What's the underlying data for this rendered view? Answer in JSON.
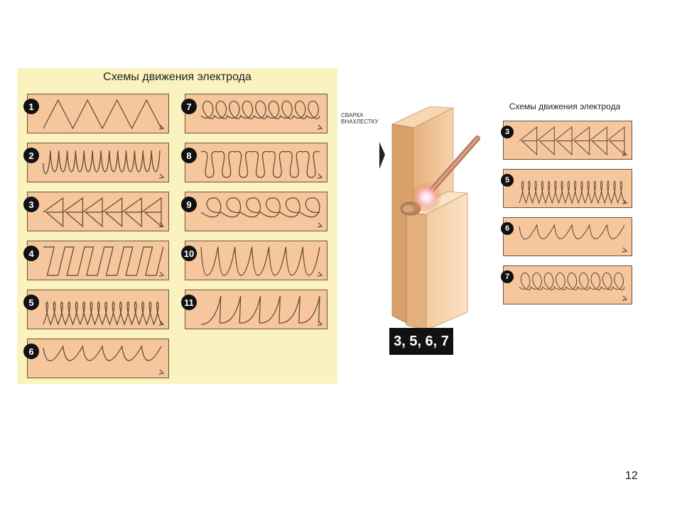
{
  "left_title": "Схемы движения электрода",
  "left_patterns": [
    {
      "num": "1",
      "shape": "zigzag"
    },
    {
      "num": "2",
      "shape": "tight-wave"
    },
    {
      "num": "3",
      "shape": "triangles"
    },
    {
      "num": "4",
      "shape": "trapezoid"
    },
    {
      "num": "5",
      "shape": "dense-loops"
    },
    {
      "num": "6",
      "shape": "crescent"
    },
    {
      "num": "7",
      "shape": "small-loops"
    },
    {
      "num": "8",
      "shape": "figure-eight"
    },
    {
      "num": "9",
      "shape": "large-loops"
    },
    {
      "num": "10",
      "shape": "sawtooth"
    },
    {
      "num": "11",
      "shape": "reverse-arc"
    }
  ],
  "overlap_label": [
    "СВАРКА",
    "ВНАХЛЕСТКУ"
  ],
  "caption": "3, 5, 6, 7",
  "right_title": "Схемы движения электрода",
  "right_patterns": [
    {
      "num": "3",
      "shape": "triangles"
    },
    {
      "num": "5",
      "shape": "dense-loops"
    },
    {
      "num": "6",
      "shape": "crescent"
    },
    {
      "num": "7",
      "shape": "small-loops"
    }
  ],
  "page_number": "12",
  "colors": {
    "panel_bg": "#faf3c0",
    "box_fill": "#f6c79c",
    "stroke": "#5a4630",
    "badge": "#111111"
  }
}
